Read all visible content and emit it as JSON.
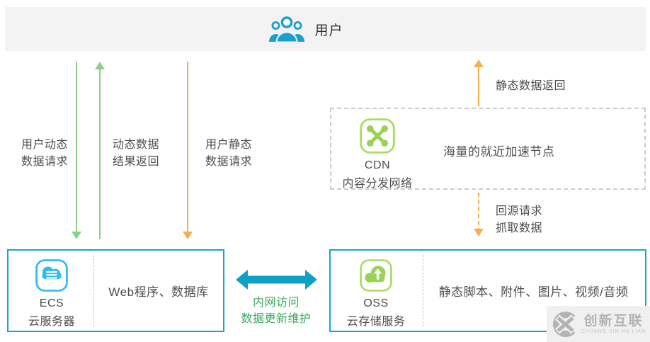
{
  "header": {
    "title": "用户"
  },
  "flow_labels": {
    "dynamic_request": {
      "line1": "用户动态",
      "line2": "数据请求"
    },
    "dynamic_return": {
      "line1": "动态数据",
      "line2": "结果返回"
    },
    "static_request": {
      "line1": "用户静态",
      "line2": "数据请求"
    },
    "static_return": {
      "label": "静态数据返回"
    },
    "origin_fetch": {
      "line1": "回源请求",
      "line2": "抓取数据"
    },
    "intranet": {
      "line1": "内网访问",
      "line2": "数据更新维护"
    }
  },
  "cdn": {
    "name": "CDN",
    "subtitle": "内容分发网络",
    "description": "海量的就近加速节点"
  },
  "ecs": {
    "name": "ECS",
    "subtitle": "云服务器",
    "content": "Web程序、数据库"
  },
  "oss": {
    "name": "OSS",
    "subtitle": "云存储服务",
    "content": "静态脚本、附件、图片、视频/音频"
  },
  "watermark": {
    "title": "创新互联",
    "subtitle": "CHUANG XIN HU LIAN"
  },
  "colors": {
    "user_blue": "#1a9fd0",
    "green_arrow": "#8ccf8c",
    "orange_arrow": "#f5b04d",
    "teal_border": "#17a5ce",
    "teal_double_arrow": "#0fa0c6",
    "icon_green": "#9ad157",
    "icon_green_outline": "#abdc64",
    "ecs_blue": "#2bbcf0",
    "intranet_green_text": "#3aa85b",
    "label_gray": "#4d4d4d",
    "dashed_gray": "#cccccc",
    "header_bg": "#f3f3f3",
    "watermark_gray": "#b3b3b3"
  }
}
